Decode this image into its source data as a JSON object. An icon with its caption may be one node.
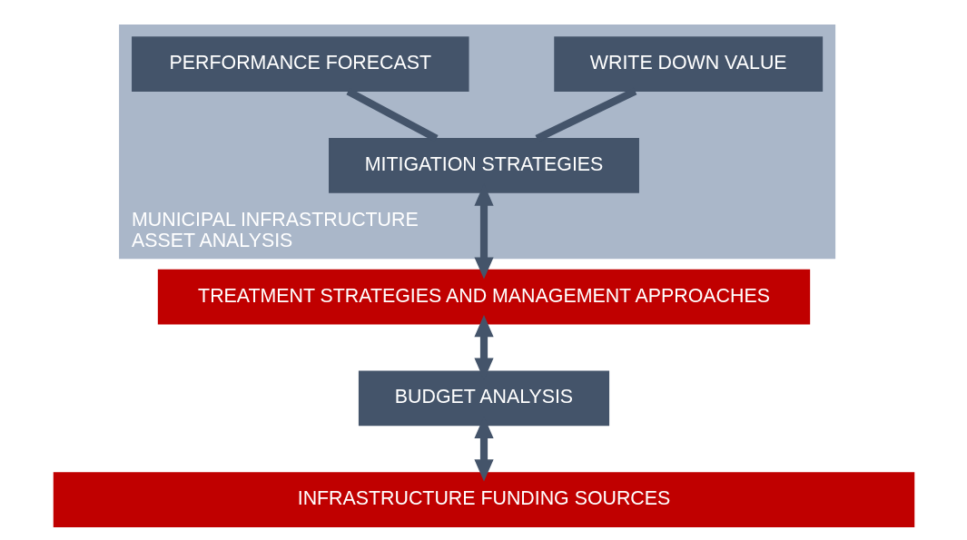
{
  "diagram": {
    "nodes": [
      {
        "text": [
          "MUNICIPAL INFRASTRUCTURE ASSET ANALYSIS"
        ]
      },
      {
        "text": [
          "PERFORMANCE FORECAST"
        ],
        "in": 0
      },
      {
        "text": [
          "WRITE DOWN VALUE"
        ],
        "in": 0
      },
      {
        "text": [
          "MITIGATION STRATEGIES"
        ],
        "in": 0
      },
      {
        "text": [
          "TREATMENT STRATEGIES AND MANAGEMENT APPROACHES"
        ]
      },
      {
        "text": [
          "BUDGET ANALYSIS"
        ]
      },
      {
        "text": [
          "INFRASTRUCTURE FUNDING SOURCES"
        ]
      }
    ],
    "edges": [
      {
        "from": 1,
        "to": 3,
        "arrow": "none"
      },
      {
        "from": 2,
        "to": 3,
        "arrow": "none"
      },
      {
        "from": 3,
        "to": 4,
        "arrow": "both"
      },
      {
        "from": 4,
        "to": 5,
        "arrow": "both"
      },
      {
        "from": 5,
        "to": 6,
        "arrow": "both"
      }
    ]
  }
}
